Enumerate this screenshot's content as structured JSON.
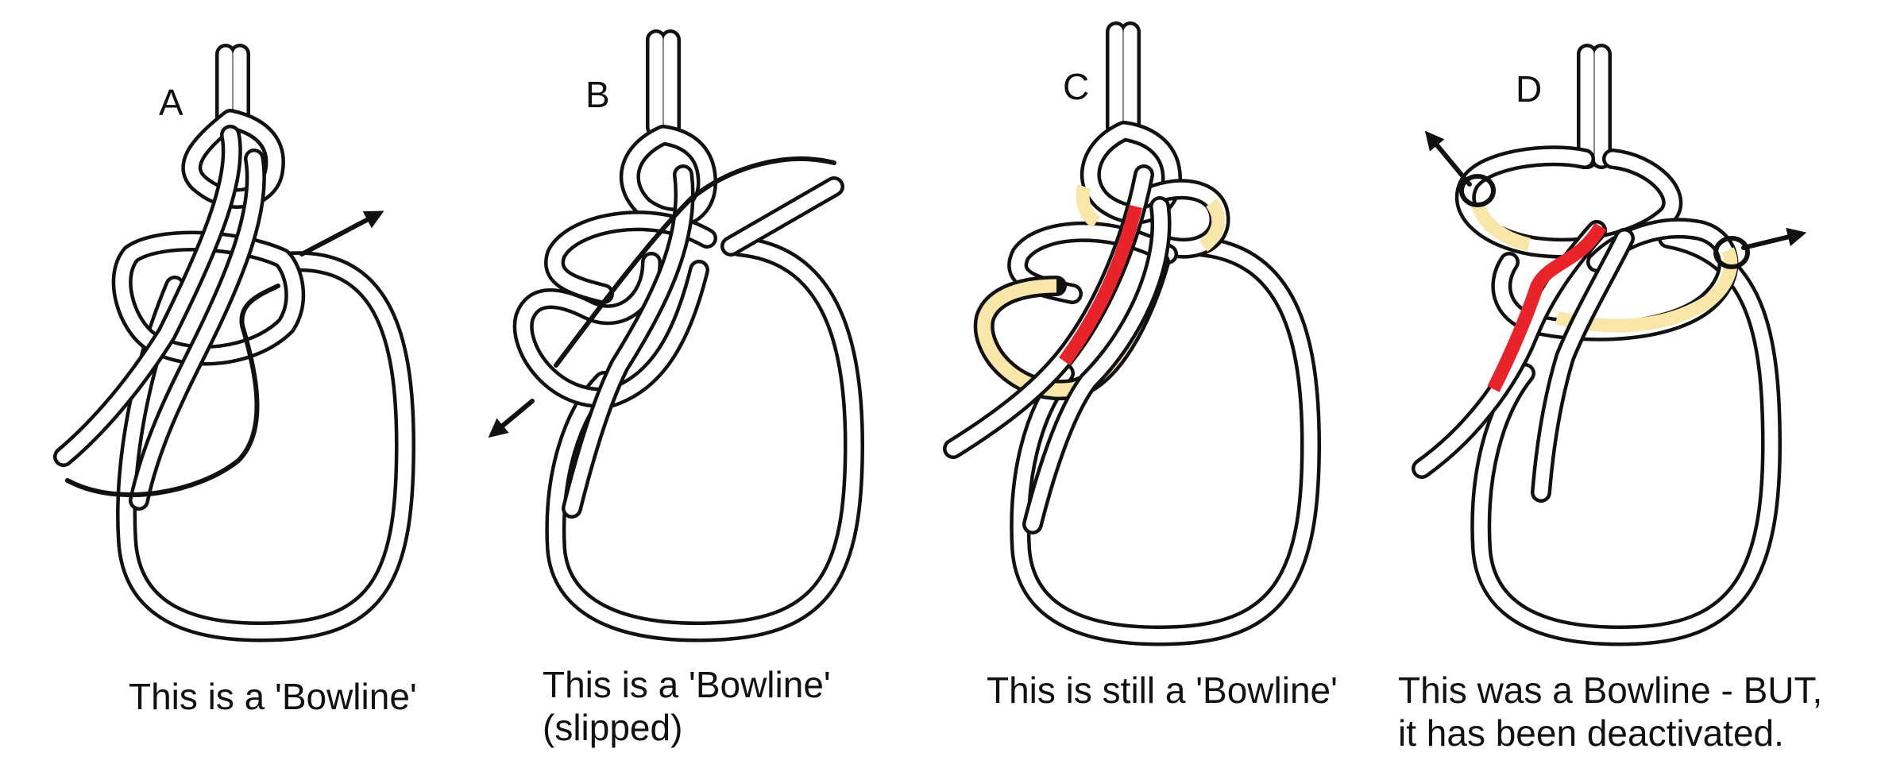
{
  "panels": [
    {
      "letter": "A",
      "caption_lines": [
        "This is a 'Bowline'"
      ]
    },
    {
      "letter": "B",
      "caption_lines": [
        "This is a 'Bowline'",
        "(slipped)"
      ]
    },
    {
      "letter": "C",
      "caption_lines": [
        "This is still a 'Bowline'"
      ]
    },
    {
      "letter": "D",
      "caption_lines": [
        "This was a Bowline - BUT,",
        "it has been deactivated."
      ]
    }
  ],
  "colors": {
    "rope_outline": "#111111",
    "rope_fill": "#ffffff",
    "highlight_red": "#e8242a",
    "highlight_tan": "#f8e7a8"
  }
}
